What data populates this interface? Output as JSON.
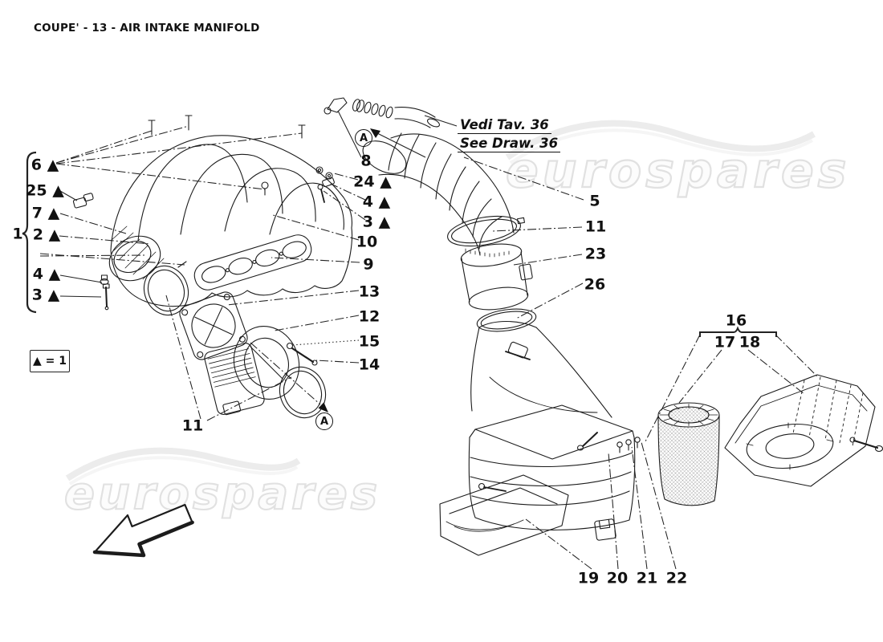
{
  "title": "COUPE' - 13 - AIR INTAKE MANIFOLD",
  "watermark": {
    "text": "eurospares"
  },
  "legend": {
    "text": "▲ = 1"
  },
  "cross_reference": {
    "line1": "Vedi Tav. 36",
    "line2": "See Draw. 36"
  },
  "direction_marker": {
    "letter": "A"
  },
  "callouts": {
    "c1": "1",
    "c2": "2 ▲",
    "c3": "3 ▲",
    "c4": "4 ▲",
    "c5": "5",
    "c6": "6 ▲",
    "c7": "7 ▲",
    "c8": "8",
    "c9": "9",
    "c10": "10",
    "c11": "11",
    "c12": "12",
    "c13": "13",
    "c14": "14",
    "c15": "15",
    "c16": "16",
    "c17": "17",
    "c18": "18",
    "c19": "19",
    "c20": "20",
    "c21": "21",
    "c22": "22",
    "c23": "23",
    "c24": "24 ▲",
    "c25": "25 ▲",
    "c26": "26"
  }
}
